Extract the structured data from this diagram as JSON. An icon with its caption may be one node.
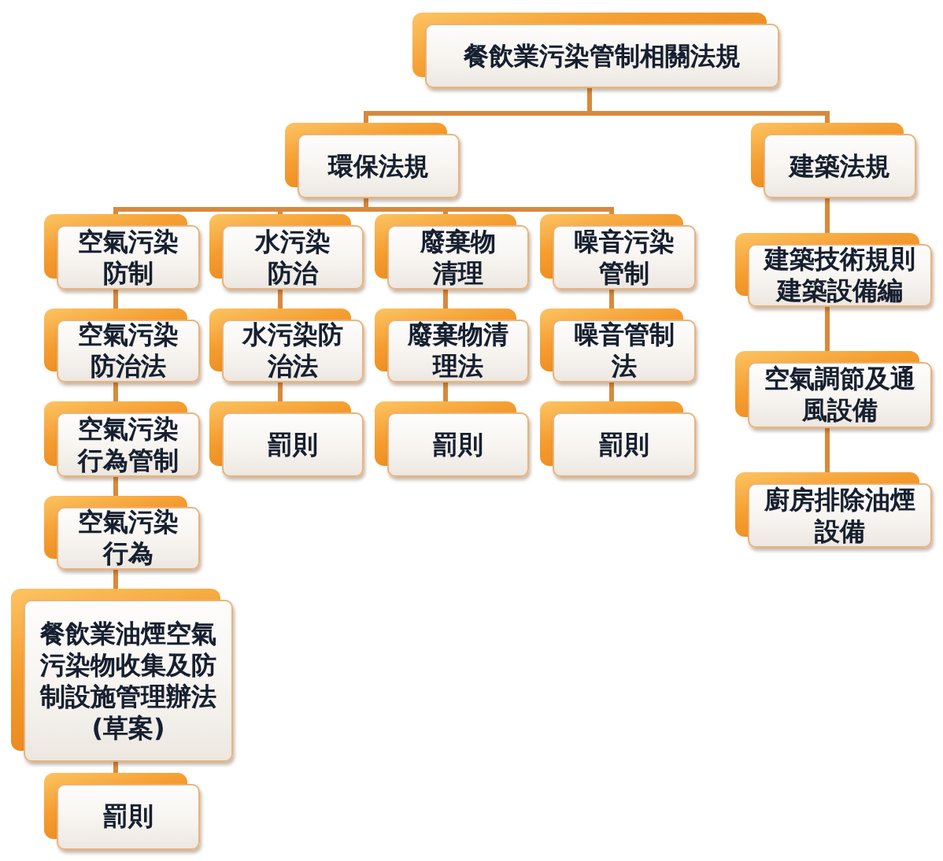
{
  "diagram": {
    "nodes": [
      {
        "text": [
          "餐飲業污染管制相關法規"
        ]
      },
      {
        "text": [
          "環保法規"
        ]
      },
      {
        "text": [
          "建築法規"
        ]
      },
      {
        "text": [
          "空氣污染防制"
        ]
      },
      {
        "text": [
          "水污染防治"
        ]
      },
      {
        "text": [
          "廢棄物清理"
        ]
      },
      {
        "text": [
          "噪音污染管制"
        ]
      },
      {
        "text": [
          "建築技術規則建築設備編"
        ]
      },
      {
        "text": [
          "空氣污染防治法"
        ]
      },
      {
        "text": [
          "水污染防治法"
        ]
      },
      {
        "text": [
          "廢棄物清理法"
        ]
      },
      {
        "text": [
          "噪音管制法"
        ]
      },
      {
        "text": [
          "空氣調節及通風設備"
        ]
      },
      {
        "text": [
          "空氣污染行為管制"
        ]
      },
      {
        "text": [
          "罰則"
        ]
      },
      {
        "text": [
          "罰則"
        ]
      },
      {
        "text": [
          "罰則"
        ]
      },
      {
        "text": [
          "廚房排除油煙設備"
        ]
      },
      {
        "text": [
          "空氣污染行為"
        ]
      },
      {
        "text": [
          "餐飲業油煙空氣污染物收集及防制設施管理辦法(草案)"
        ]
      },
      {
        "text": [
          "罰則"
        ]
      }
    ],
    "edges": [
      {
        "from": 0,
        "to": 1,
        "arrow": "none"
      },
      {
        "from": 0,
        "to": 2,
        "arrow": "none"
      },
      {
        "from": 1,
        "to": 3,
        "arrow": "none"
      },
      {
        "from": 1,
        "to": 4,
        "arrow": "none"
      },
      {
        "from": 1,
        "to": 5,
        "arrow": "none"
      },
      {
        "from": 1,
        "to": 6,
        "arrow": "none"
      },
      {
        "from": 2,
        "to": 7,
        "arrow": "none"
      },
      {
        "from": 3,
        "to": 8,
        "arrow": "none"
      },
      {
        "from": 4,
        "to": 9,
        "arrow": "none"
      },
      {
        "from": 5,
        "to": 10,
        "arrow": "none"
      },
      {
        "from": 6,
        "to": 11,
        "arrow": "none"
      },
      {
        "from": 7,
        "to": 12,
        "arrow": "none"
      },
      {
        "from": 8,
        "to": 13,
        "arrow": "none"
      },
      {
        "from": 9,
        "to": 14,
        "arrow": "none"
      },
      {
        "from": 10,
        "to": 15,
        "arrow": "none"
      },
      {
        "from": 11,
        "to": 16,
        "arrow": "none"
      },
      {
        "from": 12,
        "to": 17,
        "arrow": "none"
      },
      {
        "from": 13,
        "to": 18,
        "arrow": "none"
      },
      {
        "from": 18,
        "to": 19,
        "arrow": "none"
      },
      {
        "from": 19,
        "to": 20,
        "arrow": "none"
      }
    ]
  }
}
